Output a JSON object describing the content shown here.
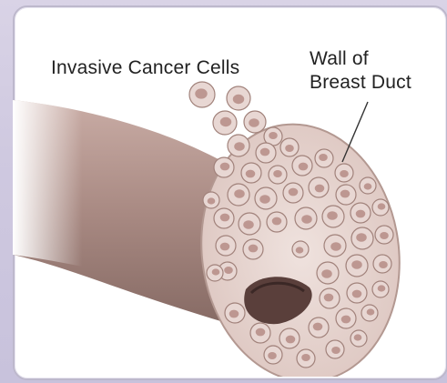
{
  "labels": {
    "invasive": "Invasive Cancer Cells",
    "wall_line1": "Wall of",
    "wall_line2": "Breast Duct"
  },
  "colors": {
    "duct": "#a88982",
    "cell_fill": "#e8d7d3",
    "nucleus": "#b58c85",
    "frame_border": "#bdb8cc",
    "background": "#cfc9e0"
  }
}
